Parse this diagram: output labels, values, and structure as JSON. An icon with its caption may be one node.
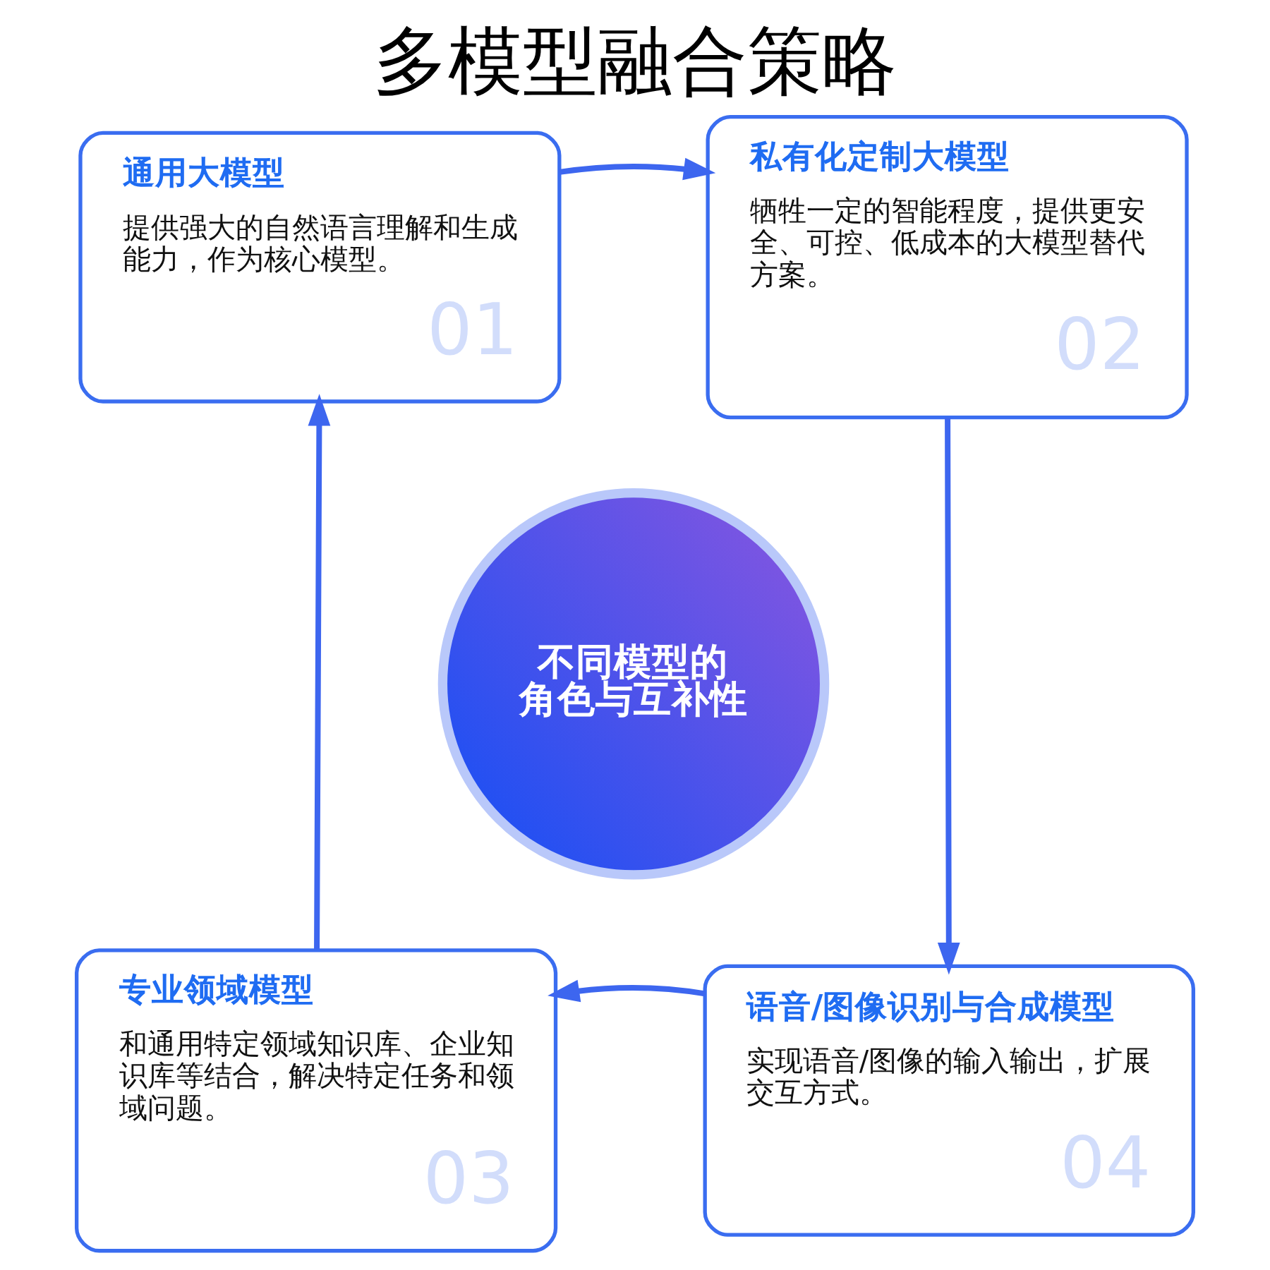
{
  "diagram": {
    "title": "多模型融合策略",
    "nodes": [
      {
        "text": [
          "通用大模型",
          "提供强大的自然语言理解和生成能力，作为核心模型。",
          "01"
        ]
      },
      {
        "text": [
          "私有化定制大模型",
          "牺牲一定的智能程度，提供更安全、可控、低成本的大模型替代方案。",
          "02"
        ]
      },
      {
        "text": [
          "不同模型的角色与互补性"
        ]
      },
      {
        "text": [
          "专业领域模型",
          "和通用特定领域知识库、企业知识库等结合，解决特定任务和领域问题。",
          "03"
        ]
      },
      {
        "text": [
          "语音/图像识别与合成模型",
          "实现语音/图像的输入输出，扩展交互方式。",
          "04"
        ]
      }
    ],
    "edges": [
      {
        "from": 0,
        "to": 1,
        "arrow": "to"
      },
      {
        "from": 1,
        "to": 4,
        "arrow": "to"
      },
      {
        "from": 4,
        "to": 3,
        "arrow": "to"
      },
      {
        "from": 3,
        "to": 0,
        "arrow": "to"
      }
    ]
  }
}
